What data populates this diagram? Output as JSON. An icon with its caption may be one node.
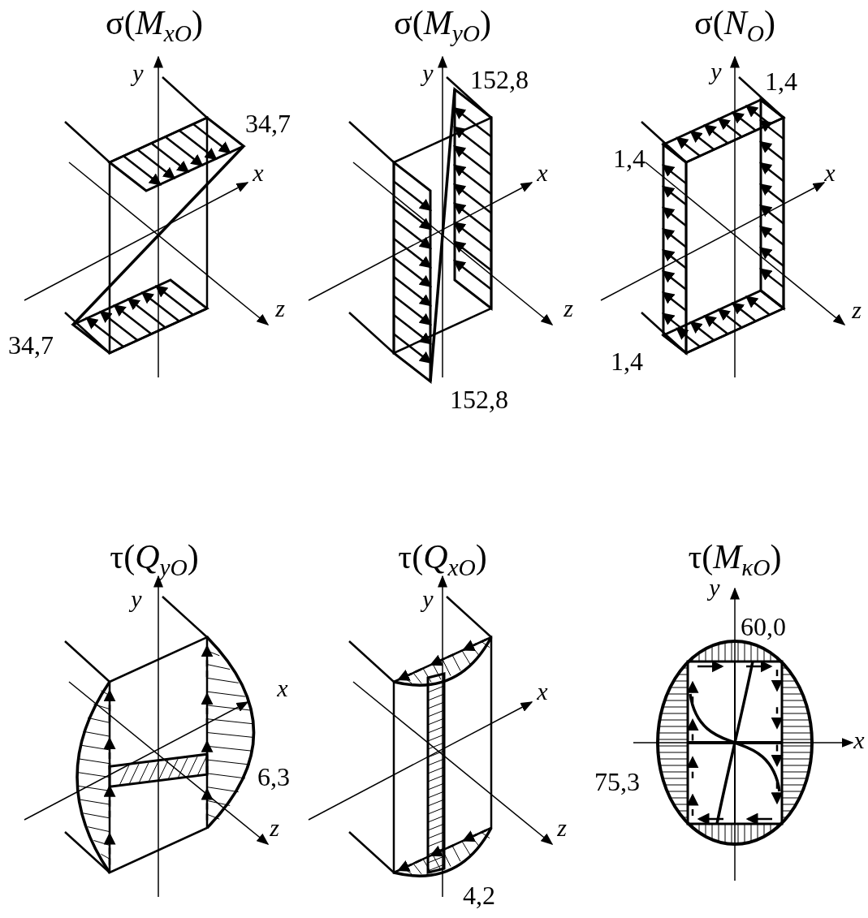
{
  "diagram": {
    "labels": [
      "σ(*M*$_{xO}$)",
      "σ(*M*$_{yO}$)",
      "σ(*N*$_{O}$)",
      "y",
      "34,7",
      "x",
      "z",
      "34,7",
      "y",
      "152,8",
      "x",
      "z",
      "152,8",
      "y",
      "1,4",
      "1,4",
      "x",
      "z",
      "1,4",
      "τ(*Q*$_{yO}$)",
      "τ(*Q*$_{xO}$)",
      "τ(*M*$_{κO}$)",
      "y",
      "x",
      "6,3",
      "z",
      "y",
      "x",
      "z",
      "4,2",
      "y",
      "60,0",
      "x",
      "75,3"
    ]
  }
}
